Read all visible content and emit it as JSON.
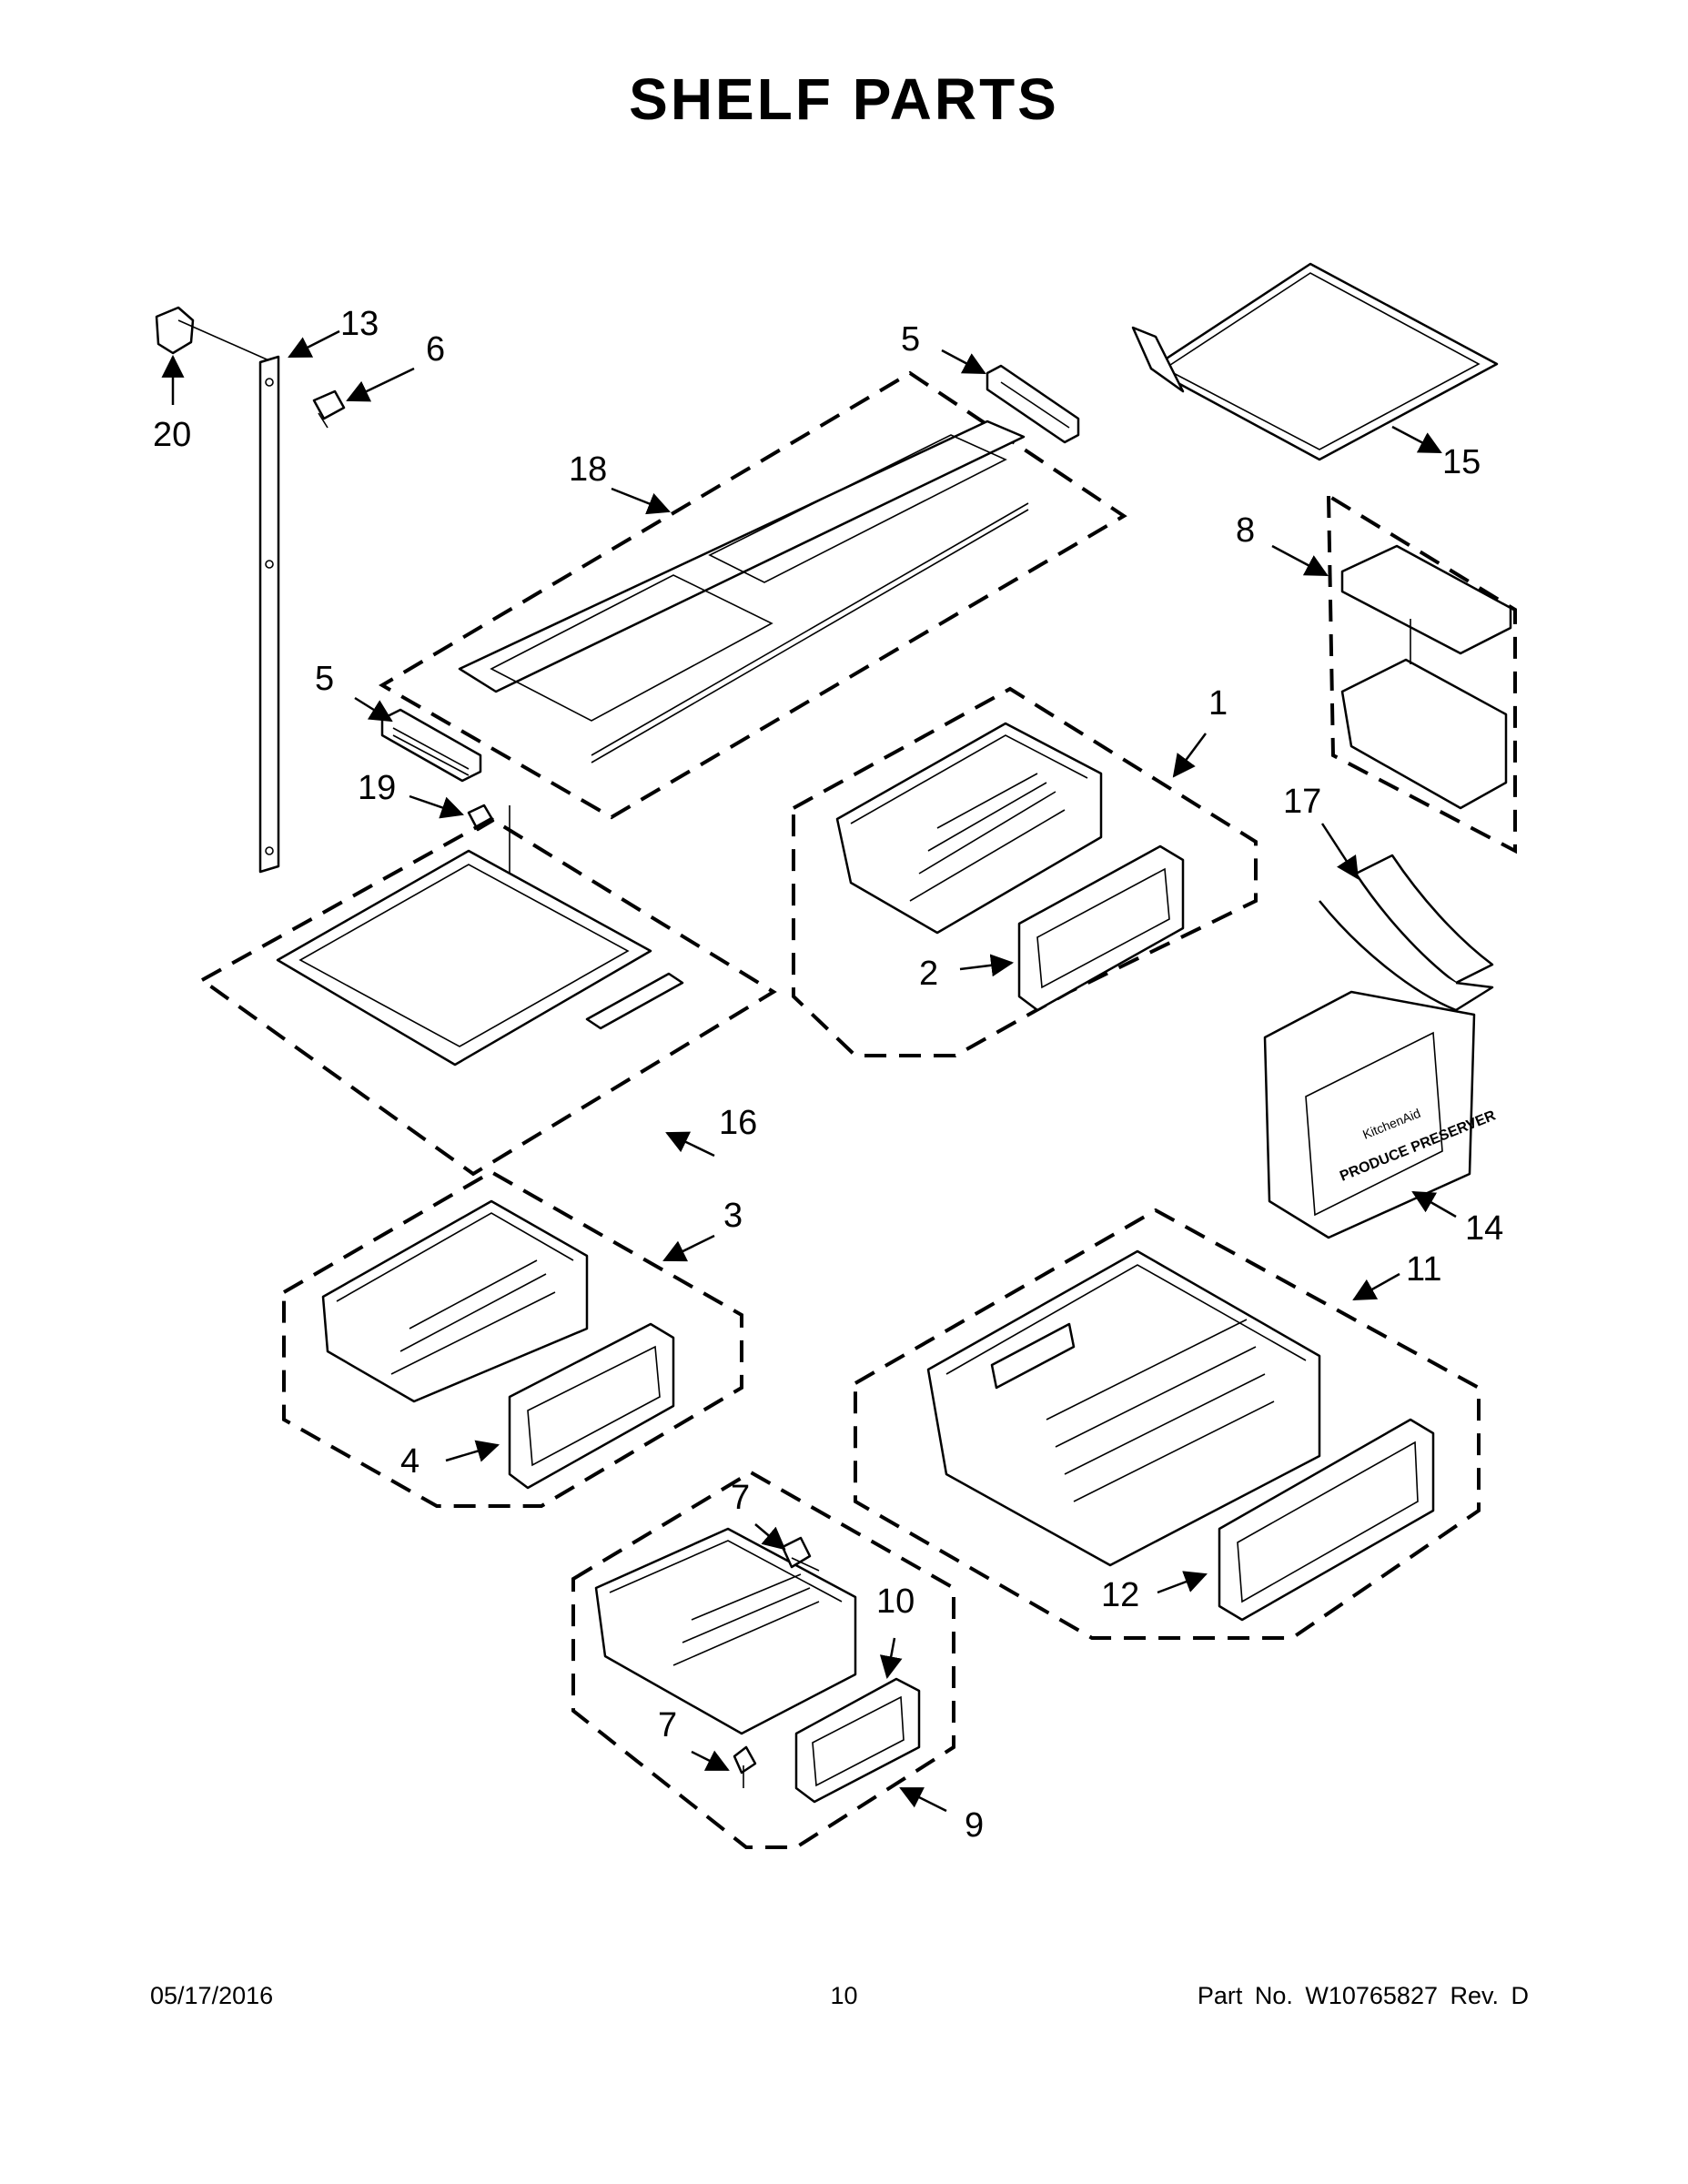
{
  "title": "SHELF PARTS",
  "callouts": [
    {
      "id": "1",
      "label": "1"
    },
    {
      "id": "2",
      "label": "2"
    },
    {
      "id": "3",
      "label": "3"
    },
    {
      "id": "4",
      "label": "4"
    },
    {
      "id": "5a",
      "label": "5"
    },
    {
      "id": "5b",
      "label": "5"
    },
    {
      "id": "6",
      "label": "6"
    },
    {
      "id": "7a",
      "label": "7"
    },
    {
      "id": "7b",
      "label": "7"
    },
    {
      "id": "8",
      "label": "8"
    },
    {
      "id": "9",
      "label": "9"
    },
    {
      "id": "10",
      "label": "10"
    },
    {
      "id": "11",
      "label": "11"
    },
    {
      "id": "12",
      "label": "12"
    },
    {
      "id": "13",
      "label": "13"
    },
    {
      "id": "14",
      "label": "14"
    },
    {
      "id": "15",
      "label": "15"
    },
    {
      "id": "16",
      "label": "16"
    },
    {
      "id": "17",
      "label": "17"
    },
    {
      "id": "18",
      "label": "18"
    },
    {
      "id": "19",
      "label": "19"
    },
    {
      "id": "20",
      "label": "20"
    }
  ],
  "bin_branding": {
    "brand": "KitchenAid",
    "label": "PRODUCE PRESERVER"
  },
  "footer": {
    "date": "05/17/2016",
    "page": "10",
    "part_no": "Part No.  W10765827  Rev.  D"
  }
}
